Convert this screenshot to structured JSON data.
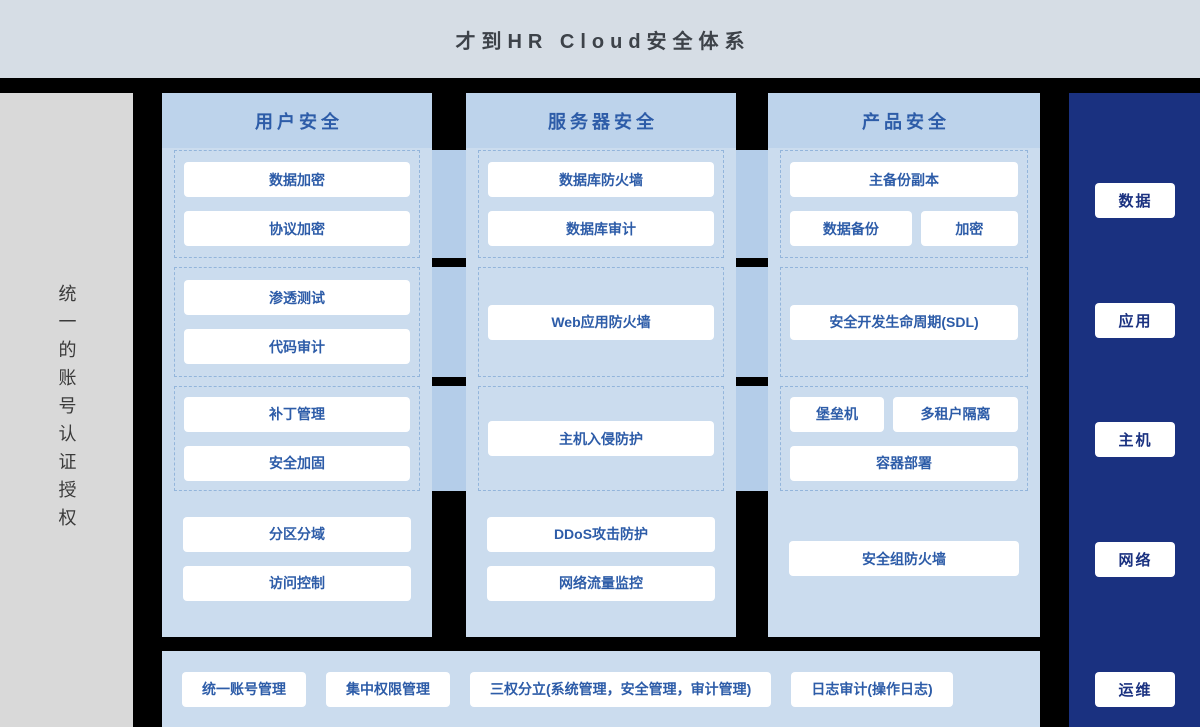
{
  "page_title": "才到HR Cloud安全体系",
  "left_sidebar": {
    "label": "统一的账号认证授权"
  },
  "columns": [
    {
      "title": "用户安全",
      "g1": [
        "数据加密",
        "协议加密"
      ],
      "g2": [
        "渗透测试",
        "代码审计"
      ],
      "g3": [
        "补丁管理",
        "安全加固"
      ],
      "g4": [
        "分区分域",
        "访问控制"
      ]
    },
    {
      "title": "服务器安全",
      "g1": [
        "数据库防火墙",
        "数据库审计"
      ],
      "g2": [
        "Web应用防火墙"
      ],
      "g3": [
        "主机入侵防护"
      ],
      "g4": [
        "DDoS攻击防护",
        "网络流量监控"
      ]
    },
    {
      "title": "产品安全",
      "g1_full": "主备份副本",
      "g1_row": [
        "数据备份",
        "加密"
      ],
      "g2": [
        "安全开发生命周期(SDL)"
      ],
      "g3_row": [
        "堡垒机",
        "多租户隔离"
      ],
      "g3_full": "容器部署",
      "g4": [
        "安全组防火墙"
      ]
    }
  ],
  "right_rail": {
    "items": [
      "数据",
      "应用",
      "主机",
      "网络",
      "运维"
    ]
  },
  "bottom_bar": {
    "items": [
      "统一账号管理",
      "集中权限管理",
      "三权分立(系统管理，安全管理，审计管理)",
      "日志审计(操作日志)"
    ]
  },
  "colors": {
    "top_banner_bg": "#d6dde5",
    "canvas_bg": "#000000",
    "left_sidebar_bg": "#d9d9d9",
    "panel_bg": "#cbdcee",
    "panel_header_bg": "#bdd3eb",
    "bridge_bg": "#b4cde9",
    "dashed_border": "#93b5db",
    "box_text_blue": "#2d5ca8",
    "navy_rail_bg": "#1a3180"
  }
}
